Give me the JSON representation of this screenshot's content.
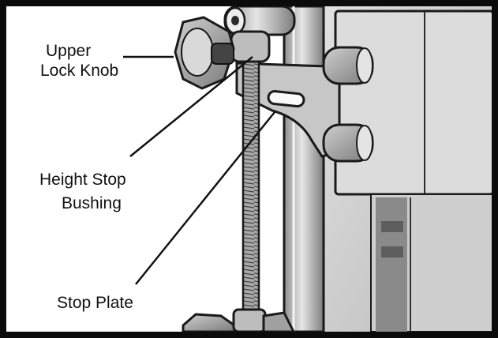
{
  "labels": {
    "upper_lock_knob": [
      "Upper",
      "Lock Knob"
    ],
    "height_stop_bushing": [
      "Height Stop",
      "Bushing"
    ],
    "stop_plate": "Stop Plate"
  },
  "colors": {
    "frame": "#0b0b0b",
    "background": "#ffffff",
    "machine_body": "#d4d4d4",
    "machine_shadow": "#8a8a8a",
    "rod": "#9a9a9a",
    "outline": "#1a1a1a"
  }
}
